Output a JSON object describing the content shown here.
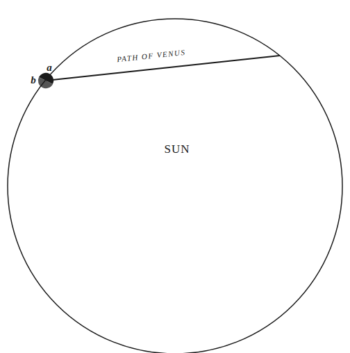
{
  "diagram": {
    "nodes": [
      {
        "text": [
          "SUN"
        ]
      }
    ],
    "labels": [
      "PATH OF VENUS",
      "a",
      "b"
    ]
  }
}
